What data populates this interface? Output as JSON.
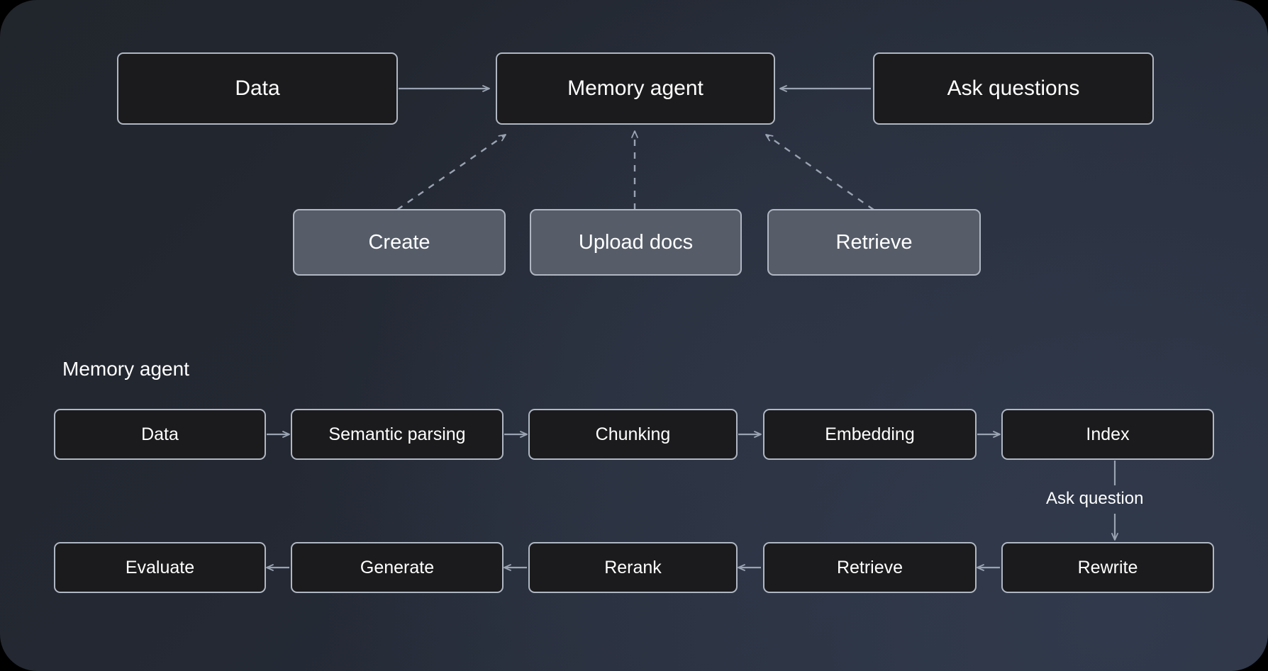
{
  "diagram": {
    "background_color": "#262c38",
    "node_dark_fill": "#1b1b1d",
    "node_slate_fill": "#565d69",
    "node_border_color": "#b0b7c3",
    "text_color": "#ffffff",
    "top_row": [
      {
        "id": "data",
        "label": "Data"
      },
      {
        "id": "memory-agent",
        "label": "Memory agent"
      },
      {
        "id": "ask-questions",
        "label": "Ask questions"
      }
    ],
    "capability_row": [
      {
        "id": "create",
        "label": "Create"
      },
      {
        "id": "upload-docs",
        "label": "Upload docs"
      },
      {
        "id": "retrieve",
        "label": "Retrieve"
      }
    ],
    "section": {
      "title": "Memory agent"
    },
    "ingest_row": [
      {
        "id": "data",
        "label": "Data"
      },
      {
        "id": "semantic-parsing",
        "label": "Semantic parsing"
      },
      {
        "id": "chunking",
        "label": "Chunking"
      },
      {
        "id": "embedding",
        "label": "Embedding"
      },
      {
        "id": "index",
        "label": "Index"
      }
    ],
    "query_row": [
      {
        "id": "evaluate",
        "label": "Evaluate"
      },
      {
        "id": "generate",
        "label": "Generate"
      },
      {
        "id": "rerank",
        "label": "Rerank"
      },
      {
        "id": "retrieve",
        "label": "Retrieve"
      },
      {
        "id": "rewrite",
        "label": "Rewrite"
      }
    ],
    "edge_labels": {
      "ask_question": "Ask question"
    }
  }
}
